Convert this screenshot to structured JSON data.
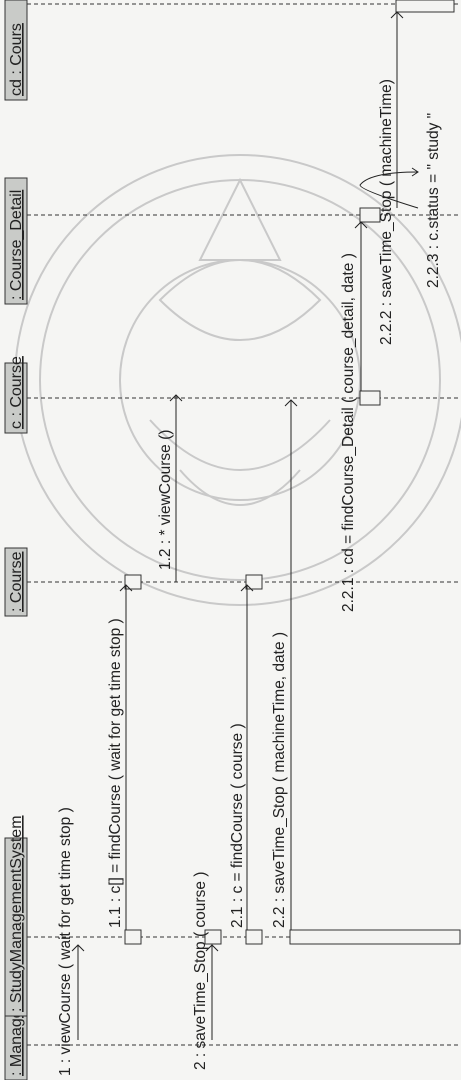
{
  "objects": [
    {
      "id": "manager",
      "label": ": Manager"
    },
    {
      "id": "system",
      "label": ": StudyManagementSystem"
    },
    {
      "id": "course",
      "label": ": Course"
    },
    {
      "id": "c",
      "label": "c : Course"
    },
    {
      "id": "detail",
      "label": ": Course_Detail"
    },
    {
      "id": "cd",
      "label": "cd : Cours"
    }
  ],
  "messages": [
    {
      "id": "m1",
      "label": "1 : viewCourse ( wait for get time stop )"
    },
    {
      "id": "m1_1",
      "label": "1.1 : c[] = findCourse ( wait for get time stop )"
    },
    {
      "id": "m1_2",
      "label": "1.2 : * viewCourse ()"
    },
    {
      "id": "m2",
      "label": "2 : saveTime_Stop ( course )"
    },
    {
      "id": "m2_1",
      "label": "2.1 : c = findCourse ( course )"
    },
    {
      "id": "m2_2",
      "label": "2.2 : saveTime_Stop ( machineTime, date )"
    },
    {
      "id": "m2_2_1",
      "label": "2.2.1 : cd = findCourse_Detail ( course_detail, date )"
    },
    {
      "id": "m2_2_2",
      "label": "2.2.2 : saveTime_Stop ( machineTime)"
    },
    {
      "id": "m2_2_3",
      "label": "2.2.3 : c.status = \" study \""
    }
  ]
}
